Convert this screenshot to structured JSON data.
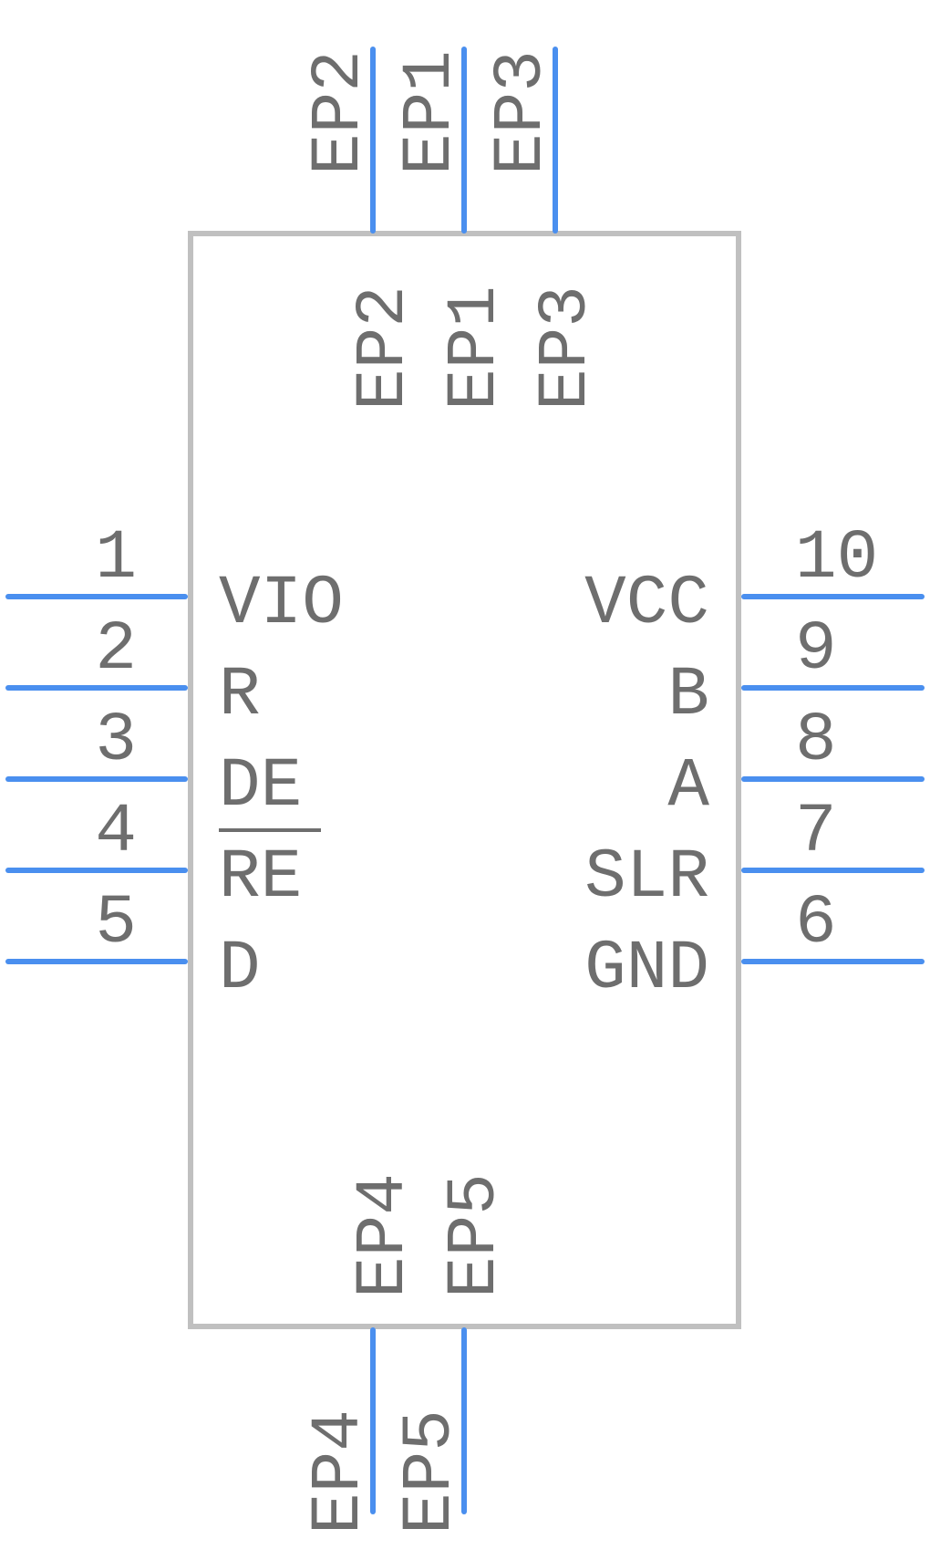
{
  "colors": {
    "pin": "#4a8fef",
    "body_outline": "#c0c0c0",
    "text": "#6e6e6e",
    "background": "#ffffff"
  },
  "top_pins": [
    {
      "outer": "EP2",
      "inner": "EP2"
    },
    {
      "outer": "EP1",
      "inner": "EP1"
    },
    {
      "outer": "EP3",
      "inner": "EP3"
    }
  ],
  "bottom_pins": [
    {
      "outer": "EP4",
      "inner": "EP4"
    },
    {
      "outer": "EP5",
      "inner": "EP5"
    }
  ],
  "left_pins": [
    {
      "number": "1",
      "name": "VIO"
    },
    {
      "number": "2",
      "name": "R"
    },
    {
      "number": "3",
      "name": "DE"
    },
    {
      "number": "4",
      "name": "RE",
      "overbar": true
    },
    {
      "number": "5",
      "name": "D"
    }
  ],
  "right_pins": [
    {
      "number": "10",
      "name": "VCC"
    },
    {
      "number": "9",
      "name": "B"
    },
    {
      "number": "8",
      "name": "A"
    },
    {
      "number": "7",
      "name": "SLR"
    },
    {
      "number": "6",
      "name": "GND"
    }
  ]
}
